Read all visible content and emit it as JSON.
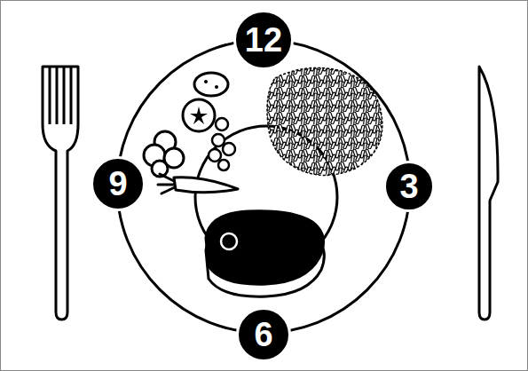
{
  "diagram": {
    "nodes": [
      {
        "text": [
          "12"
        ]
      },
      {
        "text": [
          "9"
        ]
      },
      {
        "text": [
          "3"
        ]
      },
      {
        "text": [
          "6"
        ]
      }
    ]
  }
}
